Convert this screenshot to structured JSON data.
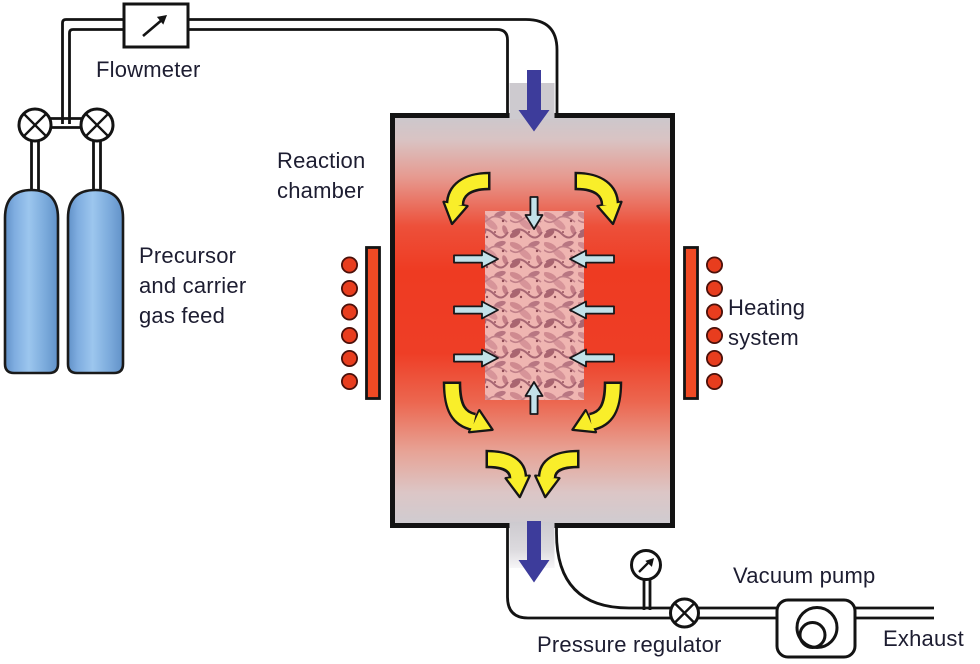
{
  "labels": {
    "flowmeter": "Flowmeter",
    "precursor_feed": "Precursor\nand carrier\ngas feed",
    "reaction_chamber": "Reaction\nchamber",
    "heating_system": "Heating\nsystem",
    "vacuum_pump": "Vacuum pump",
    "pressure_regulator": "Pressure regulator",
    "exhaust": "Exhaust"
  },
  "icons": {
    "flowmeter_arrow": "↗",
    "gauge_arrow": "↗",
    "valve_glyph": "⊗"
  },
  "colors": {
    "chamber_hot_red": "#ee3d24",
    "chamber_cool_gray": "#cdcacf",
    "heater_bar": "#f04a24",
    "heater_dot": "#e83d1e",
    "convection_arrow_yellow": "#f9ee2a",
    "inlet_outlet_arrow_blue": "#3d3c9b",
    "deposition_arrow_cyan": "#c3e2ea",
    "gas_cylinder_blue": "#8fbce8",
    "substrate_pink": "#efb5b1",
    "pipe_black": "#131313",
    "label_text": "#1d1d31"
  }
}
